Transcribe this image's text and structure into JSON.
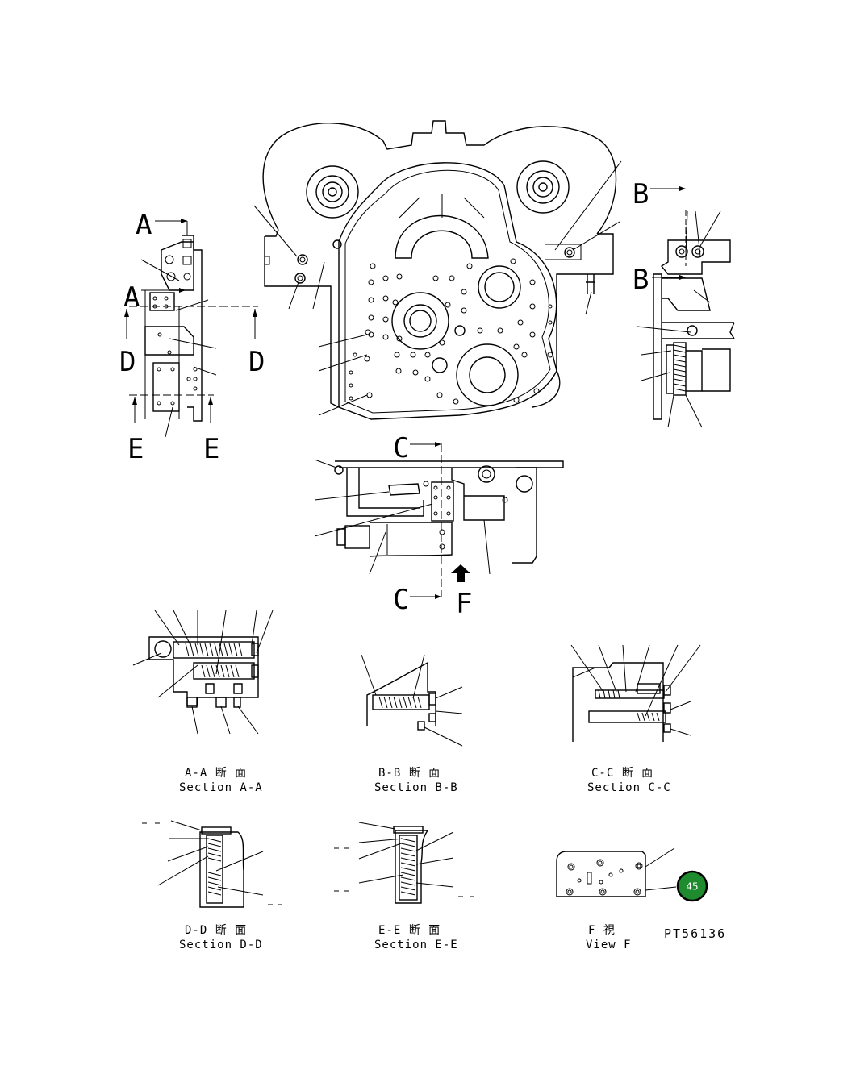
{
  "drawing": {
    "section_markers": {
      "a": "A",
      "b": "B",
      "c": "C",
      "d": "D",
      "e": "E",
      "f": "F"
    },
    "captions": {
      "aa": {
        "jp": "A-A 断 面",
        "en": "Section A-A"
      },
      "bb": {
        "jp": "B-B 断 面",
        "en": "Section B-B"
      },
      "cc": {
        "jp": "C-C 断 面",
        "en": "Section C-C"
      },
      "dd": {
        "jp": "D-D 断 面",
        "en": "Section D-D"
      },
      "ee": {
        "jp": "E-E 断 面",
        "en": "Section E-E"
      },
      "ff": {
        "jp": "F 視",
        "en": "View F"
      }
    },
    "part_number": "PT56136",
    "page_badge": {
      "label": "45",
      "color": "#1e8b2e",
      "ring": "#000000"
    },
    "line_color": "#000000",
    "background": "#ffffff"
  }
}
